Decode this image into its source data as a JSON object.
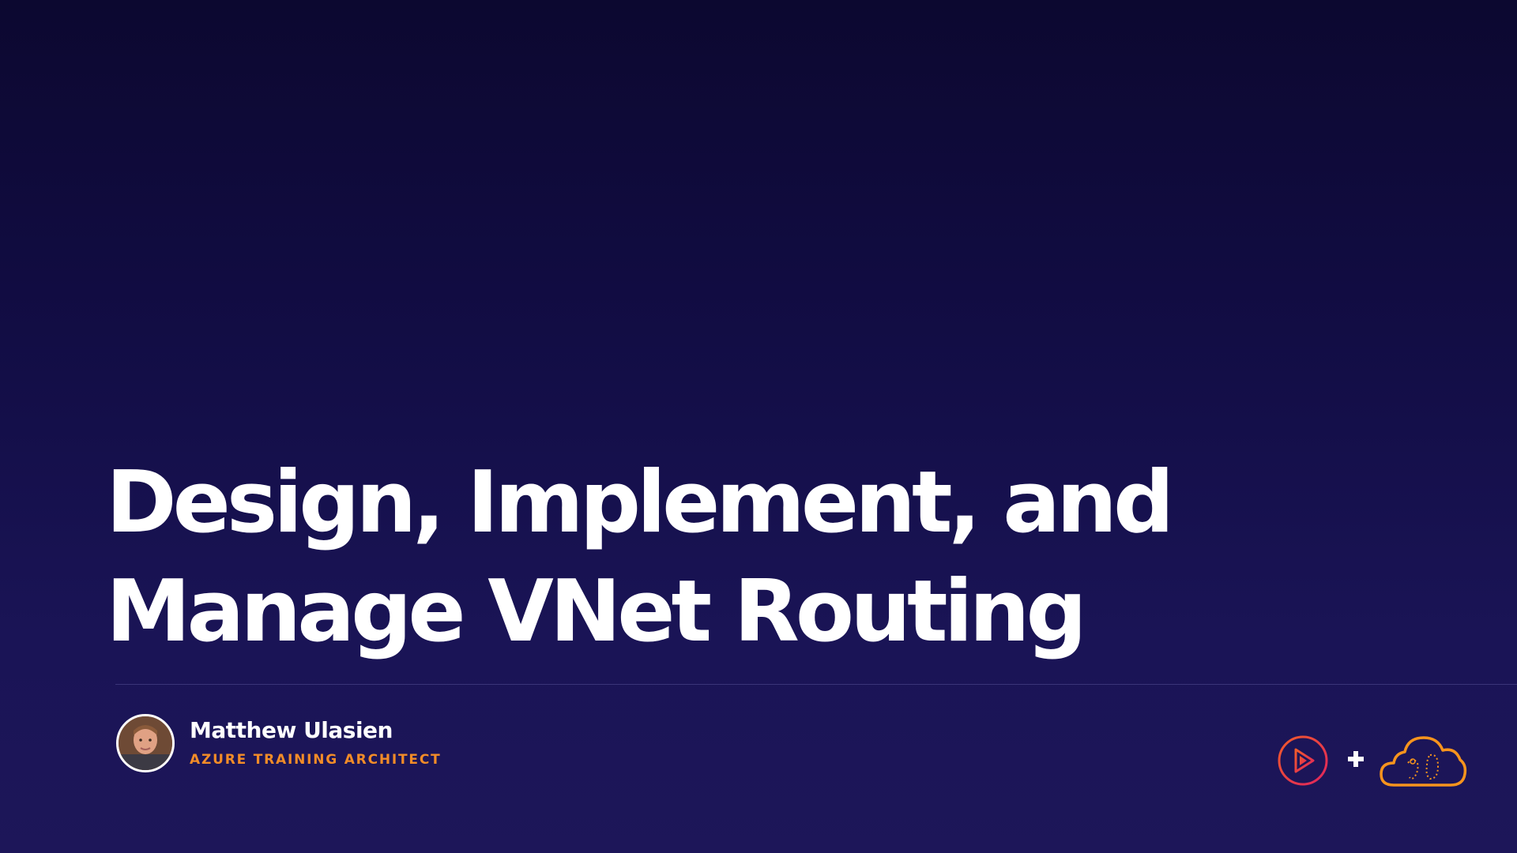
{
  "slide": {
    "title_line1": "Design, Implement, and",
    "title_line2": "Manage VNet Routing"
  },
  "author": {
    "name": "Matthew Ulasien",
    "role": "AZURE TRAINING ARCHITECT"
  },
  "logos": {
    "left": "pluralsight-play-logo",
    "separator": "plus-icon",
    "right": "acloudguru-cloud-logo"
  },
  "colors": {
    "background_top": "#0c0830",
    "background_bottom": "#1d1659",
    "title": "#ffffff",
    "role_accent": "#f28c28",
    "pluralsight_pink": "#e0245e",
    "cloud_orange": "#f7941d"
  }
}
